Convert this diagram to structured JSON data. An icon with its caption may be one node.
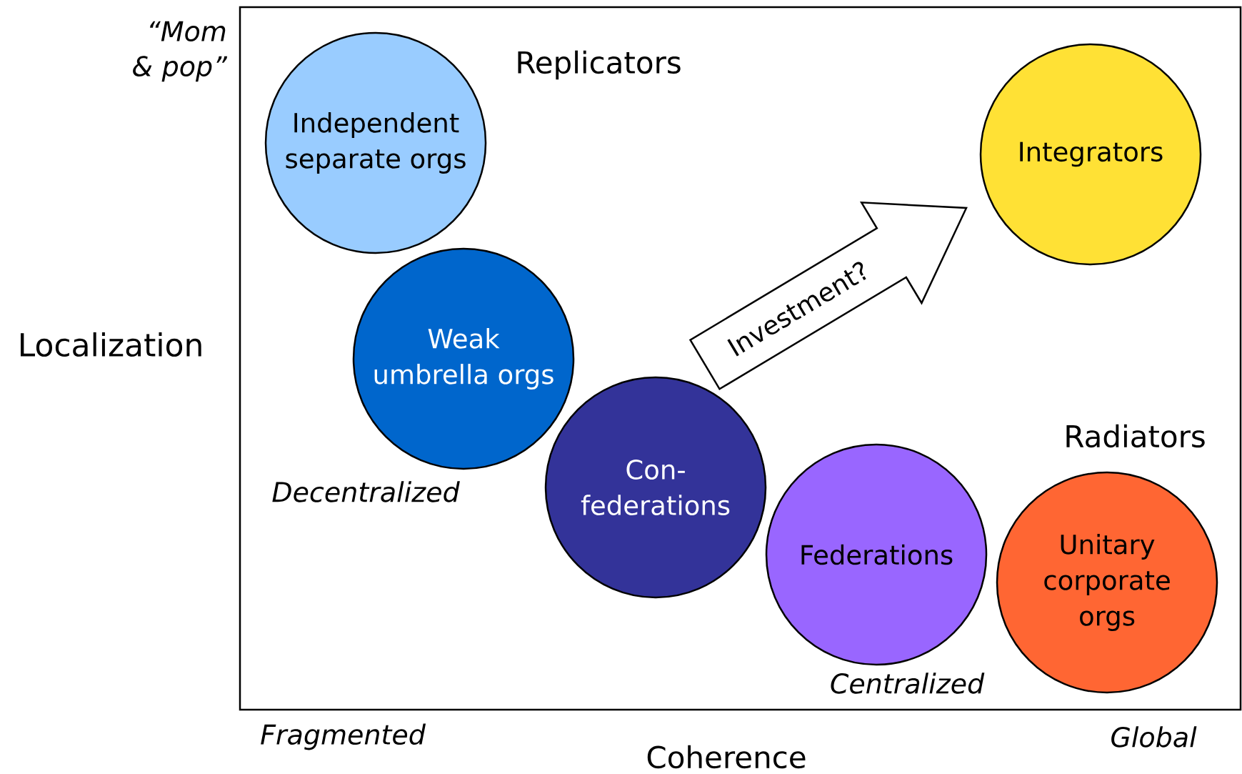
{
  "diagram": {
    "nodes": [
      {
        "text": [
          "Independent separate orgs"
        ]
      },
      {
        "text": [
          "Integrators"
        ]
      },
      {
        "text": [
          "Weak umbrella orgs"
        ]
      },
      {
        "text": [
          "Con- federations"
        ]
      },
      {
        "text": [
          "Federations"
        ]
      },
      {
        "text": [
          "Unitary corporate orgs"
        ]
      }
    ],
    "edges": [
      {
        "from": 3,
        "to": 1,
        "arrow": "to",
        "label": "Investment?"
      }
    ],
    "labels": [
      "“Mom & pop”",
      "Replicators",
      "Localization",
      "Radiators",
      "Decentralized",
      "Centralized",
      "Fragmented",
      "Global",
      "Coherence"
    ]
  }
}
